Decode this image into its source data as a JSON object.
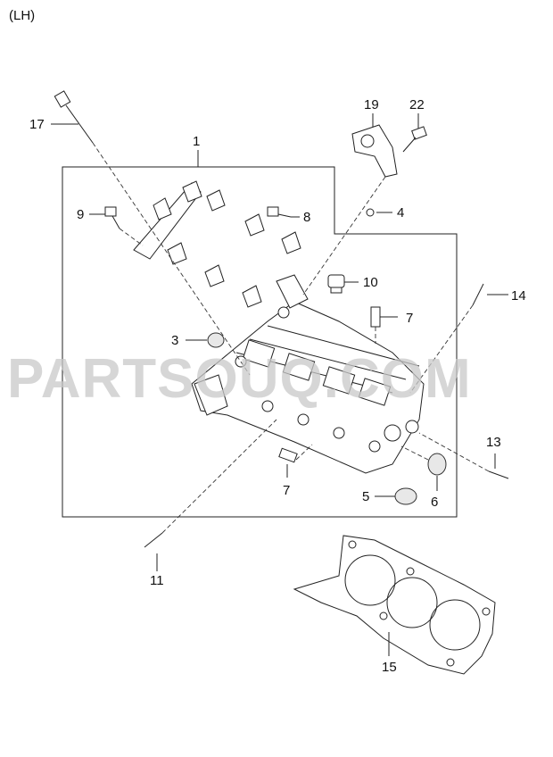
{
  "header": {
    "variant": "(LH)"
  },
  "watermark": "PARTSOUQ.COM",
  "callouts": [
    {
      "id": "c17",
      "text": "17"
    },
    {
      "id": "c19",
      "text": "19"
    },
    {
      "id": "c22",
      "text": "22"
    },
    {
      "id": "c1",
      "text": "1"
    },
    {
      "id": "c9",
      "text": "9"
    },
    {
      "id": "c8",
      "text": "8"
    },
    {
      "id": "c4",
      "text": "4"
    },
    {
      "id": "c10",
      "text": "10"
    },
    {
      "id": "c14",
      "text": "14"
    },
    {
      "id": "c7a",
      "text": "7"
    },
    {
      "id": "c3",
      "text": "3"
    },
    {
      "id": "c13",
      "text": "13"
    },
    {
      "id": "c7b",
      "text": "7"
    },
    {
      "id": "c5",
      "text": "5"
    },
    {
      "id": "c6",
      "text": "6"
    },
    {
      "id": "c11",
      "text": "11"
    },
    {
      "id": "c15",
      "text": "15"
    }
  ]
}
